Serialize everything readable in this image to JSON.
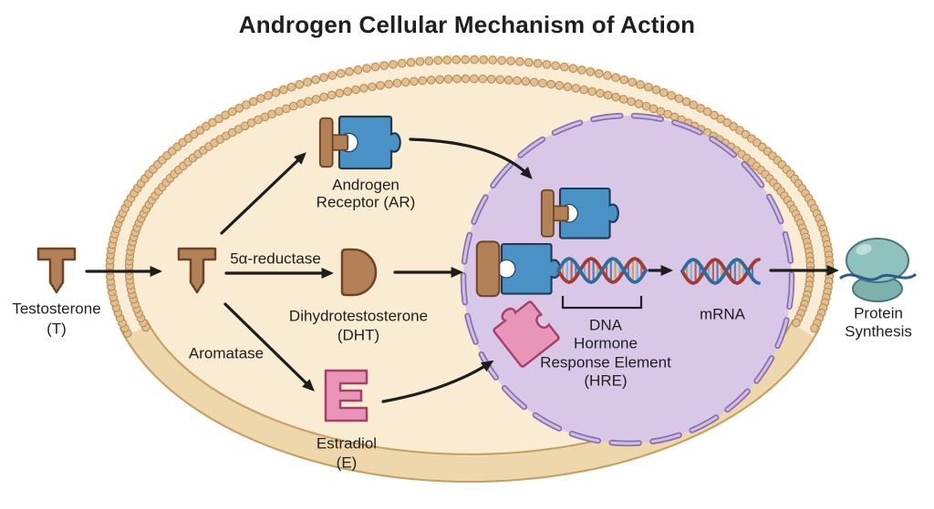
{
  "title": "Androgen Cellular Mechanism of Action",
  "labels": {
    "testosterone_1": "Testosterone",
    "testosterone_2": "(T)",
    "reductase": "5α-reductase",
    "ar_1": "Androgen",
    "ar_2": "Receptor (AR)",
    "dht_1": "Dihydrotestosterone",
    "dht_2": "(DHT)",
    "aromatase": "Aromatase",
    "estradiol_1": "Estradiol",
    "estradiol_2": "(E)",
    "hre_1": "DNA",
    "hre_2": "Hormone",
    "hre_3": "Response Element",
    "hre_4": "(HRE)",
    "mrna": "mRNA",
    "protein_1": "Protein",
    "protein_2": "Synthesis"
  },
  "icons": [
    "testosterone-icon",
    "cell-membrane-lipid-bilayer",
    "nucleus",
    "androgen-receptor-puzzle-icon",
    "dht-icon",
    "estradiol-icon",
    "ar-complex-nucleus-icon",
    "dht-ar-complex-icon",
    "estrogen-receptor-puzzle-icon",
    "dna-helix-icon",
    "mrna-helix-icon",
    "hre-bracket",
    "ribosome-icon",
    "flow-arrows"
  ],
  "colors": {
    "text": "#1f1f1f",
    "arrow": "#1d1d1d",
    "cell-interior": "#f9ecd2",
    "band-fill": "#eed7ab",
    "band-edge": "#c8a066",
    "ball-fill": "#e3bf8e",
    "ball-stroke": "#b18757",
    "tail": "#f7eedb",
    "nucleus-fill": "#d9c7e8",
    "dash-dark": "#8b6fb0",
    "dash-light": "#cfc0e2",
    "puzzle-blue": "#4a92c5",
    "puzzle-stroke": "#1c3c55",
    "brown": "#b38157",
    "brown-stroke": "#6e4426",
    "pink": "#e995b9",
    "pink-stroke": "#a34266",
    "dna-blue": "#2d6c9f",
    "dna-red": "#a23b34",
    "rung-1": "#dd9a44",
    "rung-2": "#7bb6d8",
    "rung-3": "#c4584e",
    "rung-4": "#4a84b5",
    "ribo-fill": "#8fc1bd",
    "ribo-dark": "#7cb1ad",
    "ribo-stroke": "#45767b",
    "strand": "#2a5c8e",
    "socket-white": "#ffffff"
  }
}
